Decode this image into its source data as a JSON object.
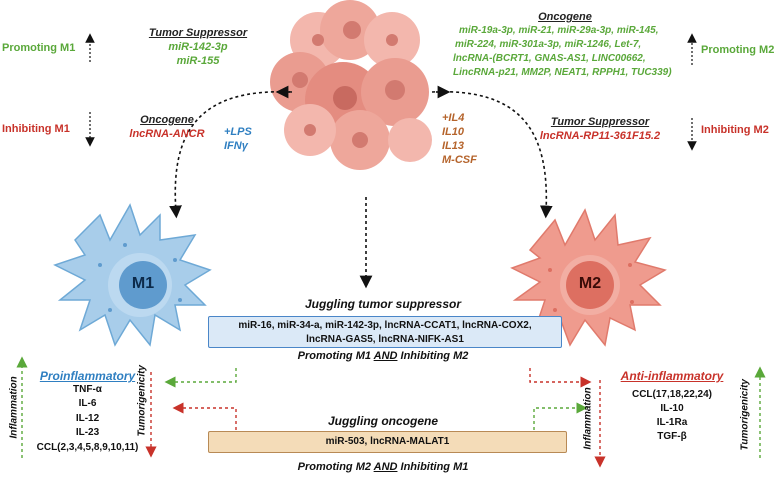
{
  "colors": {
    "green": "#5aa83a",
    "red": "#c8322a",
    "blue": "#2f7fc1",
    "brown": "#b5642c",
    "box_blue": "#dbe9f7",
    "box_tan": "#f4dcb8"
  },
  "left_top": {
    "promoting_m1": "Promoting M1",
    "inhibiting_m1": "Inhibiting M1",
    "tumor_suppressor_header": "Tumor Suppressor",
    "tumor_suppressor_items": [
      "miR-142-3p",
      "miR-155"
    ],
    "oncogene_header": "Oncogene",
    "oncogene_item": "lncRNA-ANCR"
  },
  "right_top": {
    "oncogene_header": "Oncogene",
    "oncogene_lines": [
      "miR-19a-3p, miR-21, miR-29a-3p, miR-145,",
      "miR-224, miR-301a-3p, miR-1246, Let-7,",
      "lncRNA-(BCRT1, GNAS-AS1, LINC00662,",
      "LincRNA-p21, MM2P,  NEAT1, RPPH1, TUC339)"
    ],
    "promoting_m2": "Promoting M2",
    "tumor_suppressor_header": "Tumor Suppressor",
    "tumor_suppressor_item": "lncRNA-RP11-361F15.2",
    "inhibiting_m2": "Inhibiting M2"
  },
  "stimuli": {
    "m1": [
      "+LPS",
      "IFNγ"
    ],
    "m2": [
      "+IL4",
      "IL10",
      "IL13",
      "M-CSF"
    ]
  },
  "cells": {
    "m1_label": "M1",
    "m2_label": "M2"
  },
  "center": {
    "juggling_suppressor_title": "Juggling tumor suppressor",
    "suppressor_line1": "miR-16, miR-34-a, miR-142-3p, lncRNA-CCAT1, lncRNA-COX2,",
    "suppressor_line2": "lncRNA-GAS5, lncRNA-NIFK-AS1",
    "promoting_m1_and_pre": "Promoting M1 ",
    "and": "AND",
    "inhibiting_m2_post": " Inhibiting M2",
    "juggling_oncogene_title": "Juggling oncogene",
    "oncogene_line": "miR-503, lncRNA-MALAT1",
    "promoting_m2_and_pre": "Promoting M2 ",
    "inhibiting_m1_post": " Inhibiting M1"
  },
  "proinflammatory": {
    "header": "Proinflammatory",
    "items": [
      "TNF-α",
      "IL-6",
      "IL-12",
      "IL-23",
      "CCL(2,3,4,5,8,9,10,11)"
    ],
    "inflammation": "Inflammation",
    "tumorigenicity": "Tumorigenicity"
  },
  "anti_inflammatory": {
    "header": "Anti-inflammatory",
    "items": [
      "CCL(17,18,22,24)",
      "IL-10",
      "IL-1Ra",
      "TGF-β"
    ],
    "inflammation": "Inflammation",
    "tumorigenicity": "Tumorigenicity"
  }
}
